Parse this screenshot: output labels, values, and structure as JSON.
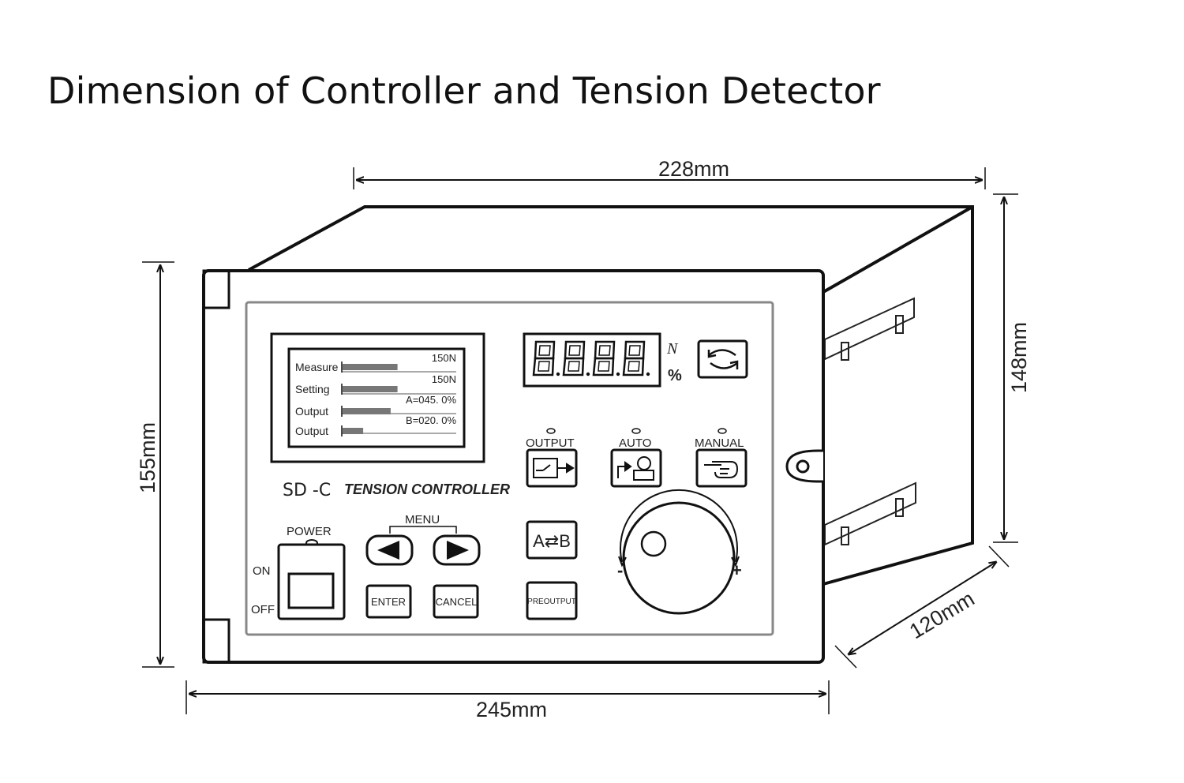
{
  "title": "Dimension of Controller and Tension Detector",
  "dimensions": {
    "depth_top": "228mm",
    "height_front": "155mm",
    "height_side": "148mm",
    "width_bottom": "245mm",
    "side_depth": "120mm"
  },
  "lcd": {
    "rows": [
      {
        "label": "Measure",
        "value": "150N",
        "level": 0.48
      },
      {
        "label": "Setting",
        "value": "150N",
        "level": 0.48
      },
      {
        "label": "Output",
        "value": "A=045. 0%",
        "level": 0.42
      },
      {
        "label": "Output",
        "value": "B=020. 0%",
        "level": 0.18
      }
    ]
  },
  "display": {
    "digits": "8.8.8.8.",
    "unit_n": "N",
    "unit_pct": "%"
  },
  "model": {
    "code": "SD -C",
    "name": "TENSION CONTROLLER"
  },
  "buttons": {
    "output": "OUTPUT",
    "auto": "AUTO",
    "manual": "MANUAL",
    "menu": "MENU",
    "power": "POWER",
    "on": "ON",
    "off": "OFF",
    "enter": "ENTER",
    "cancel": "CANCEL",
    "ab": "A⇄B",
    "preoutput": "PREOUTPUT"
  },
  "knob": {
    "minus": "-",
    "plus": "+"
  }
}
